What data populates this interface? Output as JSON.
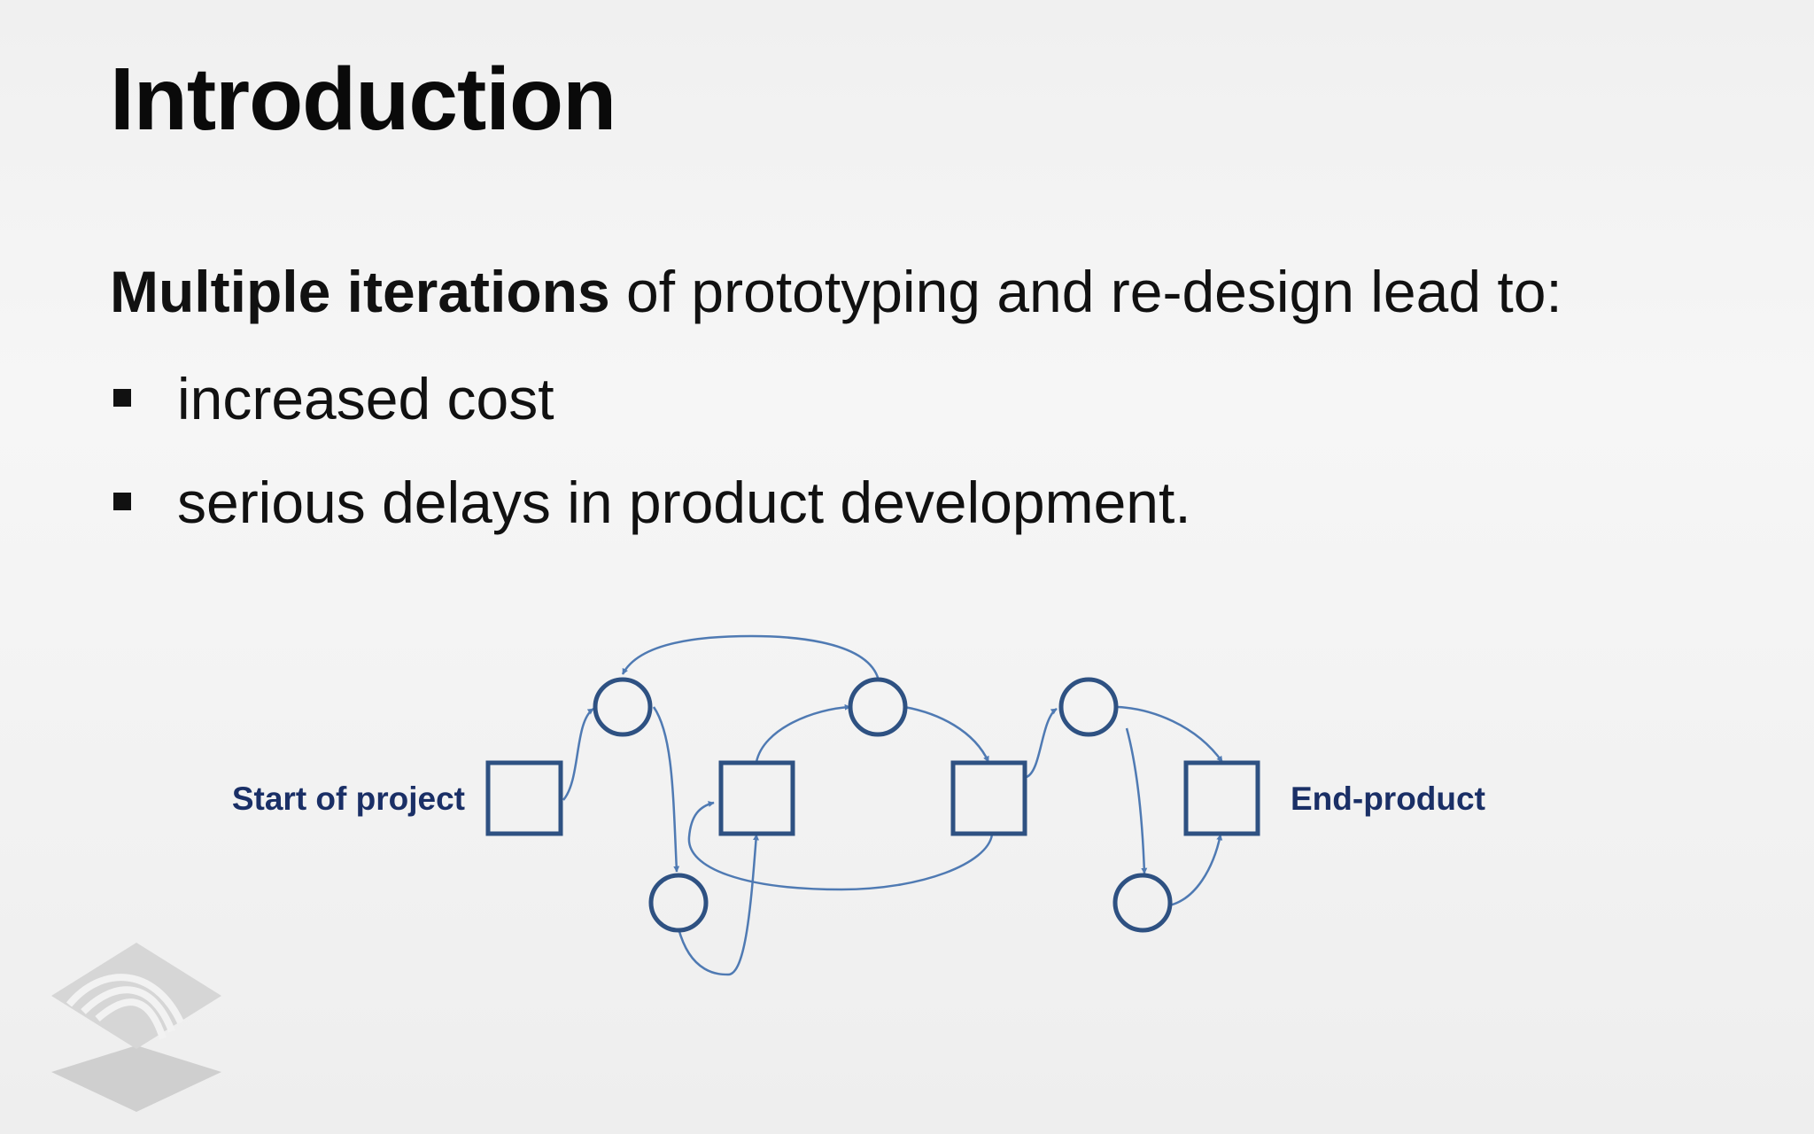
{
  "slide": {
    "title": "Introduction",
    "lead": {
      "emphasis": "Multiple iterations",
      "rest": " of prototyping and re-design lead to:"
    },
    "bullets": [
      "increased cost",
      "serious delays in product development."
    ]
  },
  "diagram": {
    "start_label": "Start of project",
    "end_label": "End-product",
    "node_color": "#2e5182",
    "arrow_color": "#4f7ab3",
    "label_color": "#1a2f66"
  },
  "logo": {
    "icon": "layers-logo-icon",
    "color": "#c8c8c8"
  }
}
